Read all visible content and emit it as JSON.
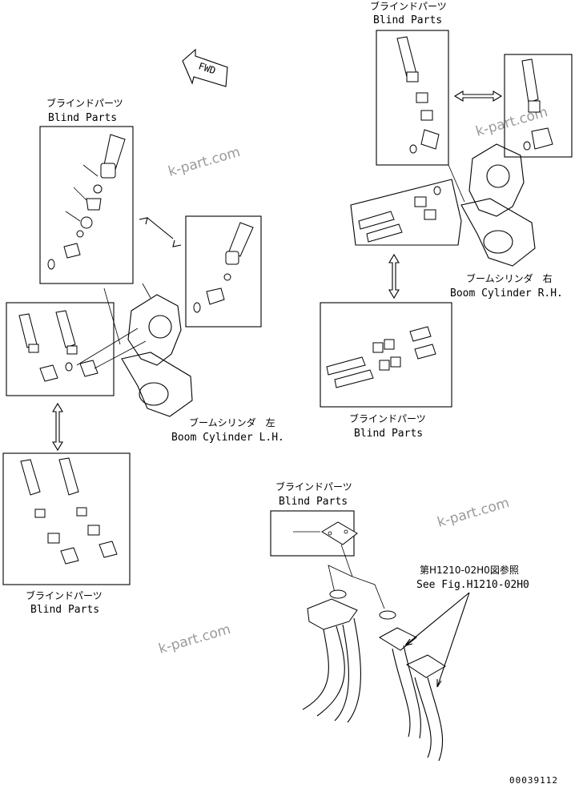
{
  "fwd": "FWD",
  "blind_jp": "ブラインドパーツ",
  "blind_en": "Blind Parts",
  "boom_left": {
    "jp": "ブームシリンダ　左",
    "en": "Boom Cylinder L.H."
  },
  "boom_right": {
    "jp": "ブームシリンダ　右",
    "en": "Boom Cylinder R.H."
  },
  "ref": {
    "jp": "第H1210-02H0図参照",
    "en": "See Fig.H1210-02H0"
  },
  "watermark": "k-part.com",
  "drawing_no": "00039112"
}
